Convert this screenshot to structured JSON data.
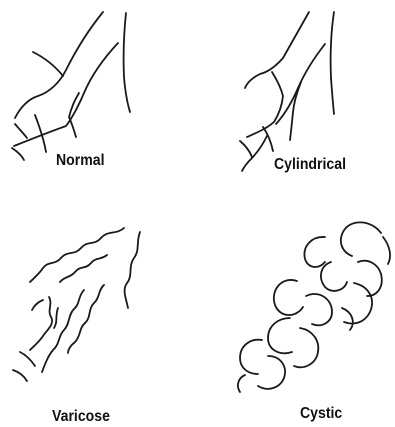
{
  "panels": [
    {
      "id": "normal",
      "label": "Normal"
    },
    {
      "id": "cylindrical",
      "label": "Cylindrical"
    },
    {
      "id": "varicose",
      "label": "Varicose"
    },
    {
      "id": "cystic",
      "label": "Cystic"
    }
  ]
}
